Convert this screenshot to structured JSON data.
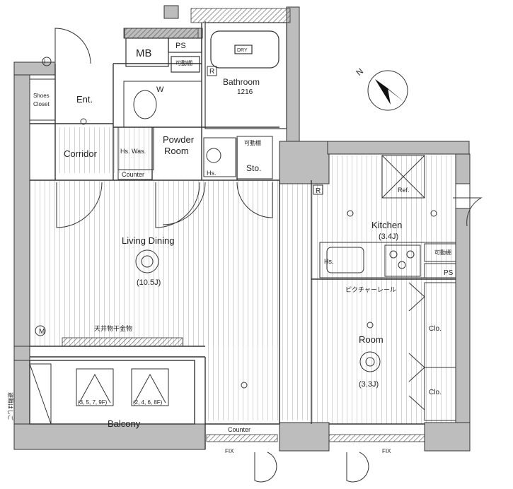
{
  "rooms": {
    "mb": "MB",
    "ps_top": "PS",
    "kadoudana_top": "可動棚",
    "bathroom": "Bathroom",
    "bathroom_size": "1216",
    "dry": "DRY",
    "w": "W",
    "ent": "Ent.",
    "shoes_closet_1": "Shoes",
    "shoes_closet_2": "Closet",
    "corridor": "Corridor",
    "hs_was": "Hs.  Was.",
    "counter_top": "Counter",
    "powder_room_1": "Powder",
    "powder_room_2": "Room",
    "hs_powder": "Hs.",
    "kadoudana_sto": "可動棚",
    "sto": "Sto.",
    "kitchen": "Kitchen",
    "kitchen_size": "(3.4J)",
    "ref": "Ref.",
    "hs_kitchen": "Hs.",
    "kadoudana_kitchen": "可動棚",
    "ps_kitchen": "PS",
    "picture_rail": "ピクチャーレール",
    "living_dining": "Living Dining",
    "living_size": "(10.5J)",
    "ceiling_hanger": "天井物干金物",
    "room": "Room",
    "room_size": "(3.3J)",
    "clo_1": "Clo.",
    "clo_2": "Clo.",
    "balcony": "Balcony",
    "balcony_floors_left": "(3, 5, 7, 9F)",
    "balcony_floors_right": "(2, 4, 6, 8F)",
    "counter_bottom": "Counter",
    "fix_left": "FIX",
    "fix_right": "FIX",
    "evacuation": "避難はしご",
    "m_mark": "M",
    "r_mark_1": "R",
    "r_mark_2": "R",
    "i_mark": "I",
    "north": "N"
  },
  "colors": {
    "wall": "#bdbdbd",
    "line": "#333333",
    "floor_line": "#c8c8c8",
    "paper": "#ffffff"
  }
}
